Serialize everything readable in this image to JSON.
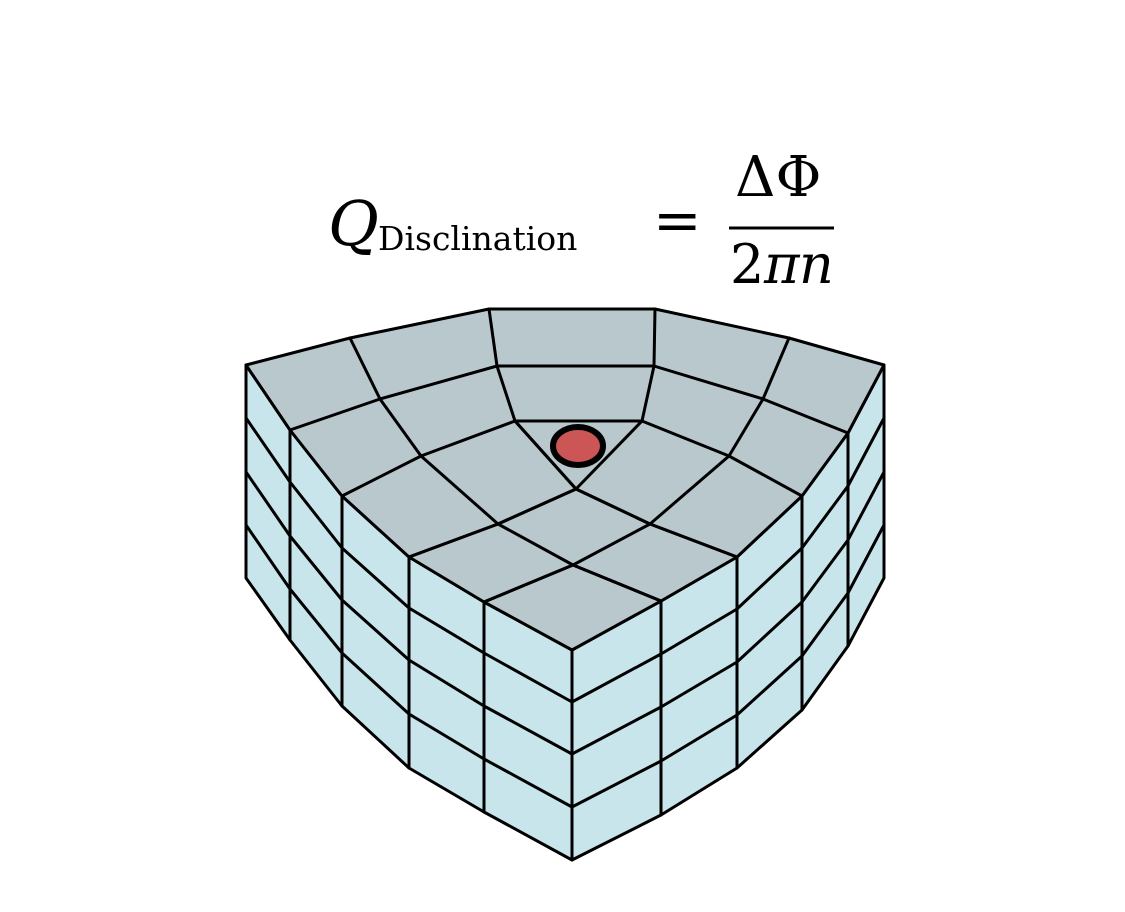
{
  "formula": {
    "symbol": "Q",
    "subscript": "Disclination",
    "equals": "=",
    "numerator": "ΔΦ",
    "denominator_number": "2",
    "denominator_symbol_pi": "π",
    "denominator_symbol_n": "n"
  },
  "lattice": {
    "top_face_color": "#b9c8cd",
    "side_face_color": "#c9e5ec",
    "edge_color": "#000000",
    "defect_color": "#cc5555"
  }
}
